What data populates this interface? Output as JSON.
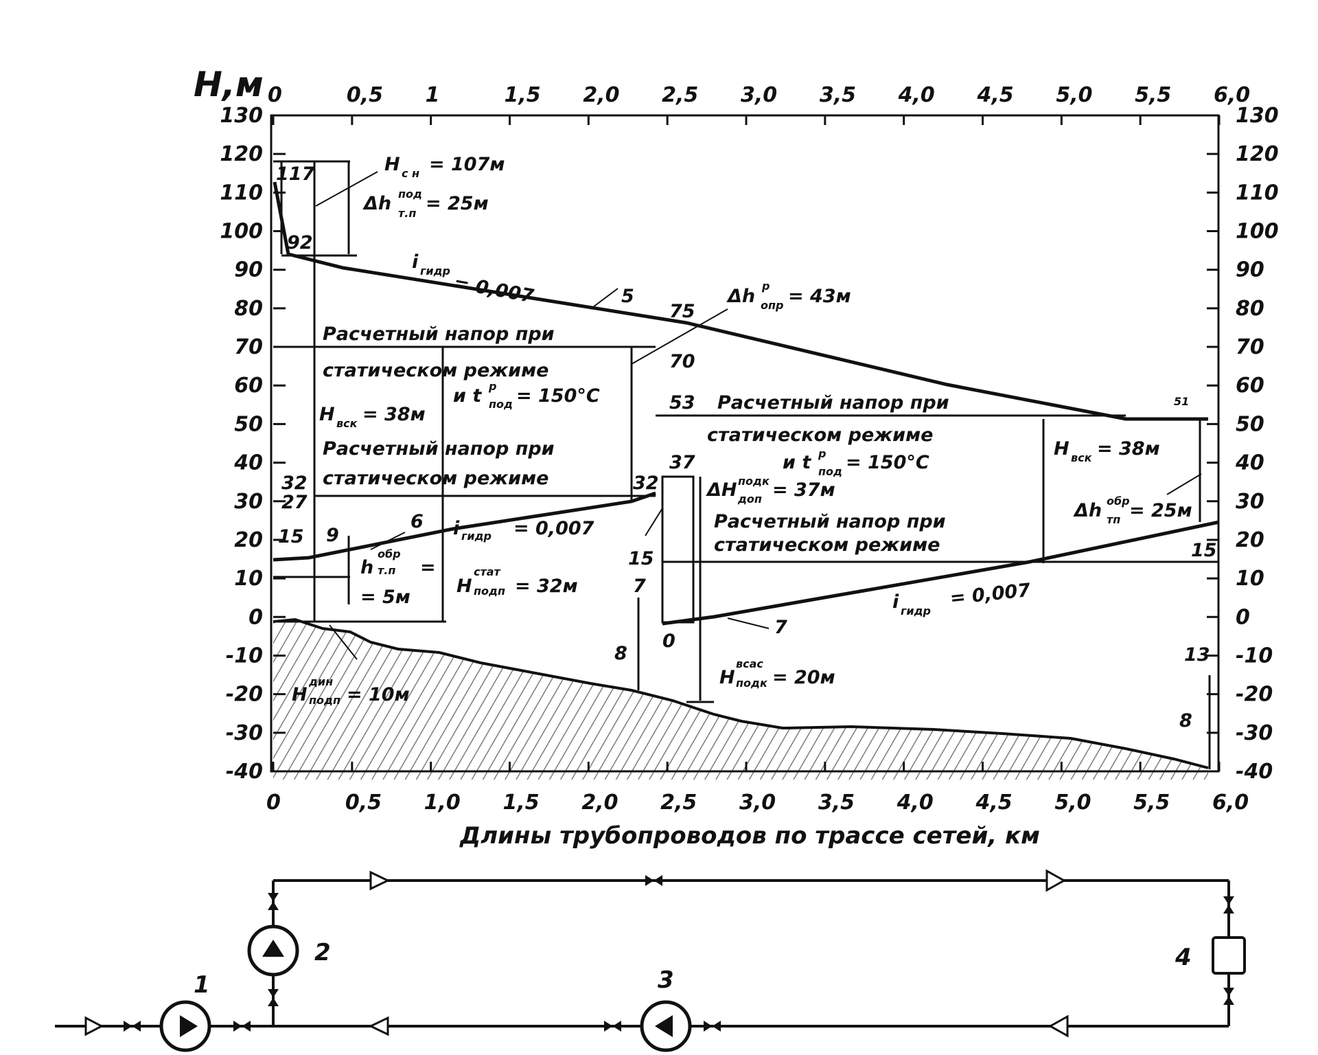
{
  "axis": {
    "y_title": "H,м",
    "x_title": "Длины трубопроводов по трассе сетей, км",
    "x_ticks": [
      "0",
      "0,5",
      "1",
      "1,5",
      "2,0",
      "2,5",
      "3,0",
      "3,5",
      "4,0",
      "4,5",
      "5,0",
      "5,5",
      "6,0"
    ],
    "x_ticks_bottom": [
      "0",
      "0,5",
      "1,0",
      "1,5",
      "2,0",
      "2,5",
      "3,0",
      "3,5",
      "4,0",
      "4,5",
      "5,0",
      "5,5",
      "6,0"
    ],
    "y_ticks": [
      "130",
      "120",
      "110",
      "100",
      "90",
      "80",
      "70",
      "60",
      "50",
      "40",
      "30",
      "20",
      "10",
      "0",
      "-10",
      "-20",
      "-30",
      "-40"
    ]
  },
  "labels": {
    "v117": "117",
    "v92": "92",
    "hsn": "H",
    "hsn_sub": "с н",
    "hsn_val": "= 107м",
    "dh_top": "Δh",
    "dh_top_sup": "под",
    "dh_top_sub": "т.п",
    "dh_top_val": "= 25м",
    "i1": "i",
    "i1_sub": "гидр",
    "i1_val": "= 0,007",
    "n5": "5",
    "n75": "75",
    "dh_opr": "Δh",
    "dh_opr_sup": "р",
    "dh_opr_sub": "опр",
    "dh_opr_val": "= 43м",
    "n70": "70",
    "calc1a": "Расчетный напор при",
    "calc1b": "статическом режиме",
    "calc1c": "и t",
    "calc1c_sup": "р",
    "calc1c_sub": "под",
    "calc1c_val": "= 150°C",
    "hvsk": "H",
    "hvsk_sub": "вск",
    "hvsk_val": "= 38м",
    "calc2a": "Расчетный напор при",
    "calc2b": "статическом режиме",
    "n53": "53",
    "calc3a": "Расчетный напор при",
    "calc3b": "статическом режиме",
    "calc3c": "и t",
    "calc3c_sup": "р",
    "calc3c_sub": "под",
    "calc3c_val": "= 150°C",
    "n51": "51",
    "hvsk2": "H",
    "hvsk2_sub": "вск",
    "hvsk2_val": "= 38м",
    "n37": "37",
    "dhpodk": "ΔH",
    "dhpodk_sup": "подк",
    "dhpodk_sub": "доп",
    "dhpodk_val": "= 37м",
    "calc4a": "Расчетный напор при",
    "calc4b": "статическом режиме",
    "dh_tp": "Δh",
    "dh_tp_sup": "обр",
    "dh_tp_sub": "тп",
    "dh_tp_val": "= 25м",
    "n32a": "32",
    "n27": "27",
    "n15a": "15",
    "n9": "9",
    "n6": "6",
    "htp": "h",
    "htp_sup": "обр",
    "htp_sub": "т.п",
    "htp_val": "=",
    "htp_val2": "= 5м",
    "i2": "i",
    "i2_sub": "гидр",
    "i2_val": "= 0,007",
    "hstat": "H",
    "hstat_sup": "стат",
    "hstat_sub": "подп",
    "hstat_val": "= 32м",
    "n32b": "32",
    "n15b": "15",
    "n7a": "7",
    "n8a": "8",
    "n0": "0",
    "n15c": "15",
    "n7b": "7",
    "i3": "i",
    "i3_sub": "гидр",
    "i3_val": "= 0,007",
    "hdin": "H",
    "hdin_sup": "дин",
    "hdin_sub": "подп",
    "hdin_val": "= 10м",
    "hvsas": "H",
    "hvsas_sup": "всас",
    "hvsas_sub": "подк",
    "hvsas_val": "= 20м",
    "n13": "13",
    "n8b": "8"
  },
  "scheme": {
    "n1": "1",
    "n2": "2",
    "n3": "3",
    "n4": "4"
  }
}
